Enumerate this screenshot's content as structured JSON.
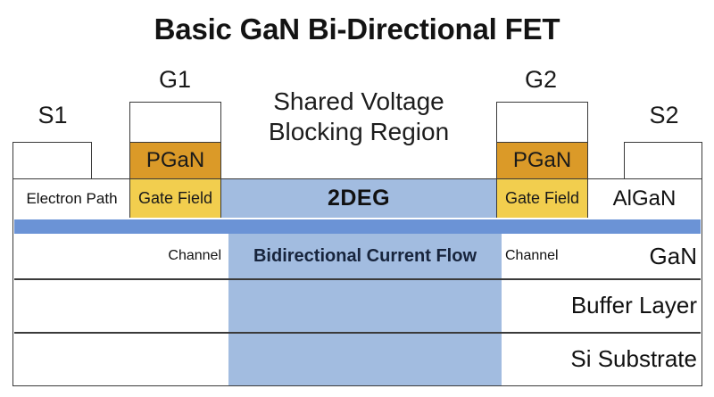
{
  "title": "Basic GaN Bi-Directional FET",
  "colors": {
    "pgan_orange": "#DB9A28",
    "gate_field_yellow": "#F2CE4E",
    "two_deg_blue": "#A2BCE0",
    "algan_band_blue": "#6B93D6",
    "current_flow_blue": "#A2BCE0",
    "outline": "#3A3A3A",
    "background": "#FFFFFF"
  },
  "terminals": {
    "source_left": "S1",
    "gate_left": "G1",
    "gate_right": "G2",
    "source_right": "S2"
  },
  "shared_region": {
    "line1": "Shared Voltage",
    "line2": "Blocking Region"
  },
  "gate_stack": {
    "pgan_left": "PGaN",
    "pgan_right": "PGaN",
    "gate_field_left": "Gate Field",
    "gate_field_right": "Gate Field"
  },
  "barrier_row": {
    "electron_path": "Electron Path",
    "two_deg": "2DEG",
    "algan": "AlGaN"
  },
  "gan_row": {
    "channel_left": "Channel",
    "current_flow": "Bidirectional Current Flow",
    "channel_right": "Channel",
    "layer_name": "GaN"
  },
  "layers": {
    "buffer": "Buffer Layer",
    "substrate": "Si Substrate"
  }
}
